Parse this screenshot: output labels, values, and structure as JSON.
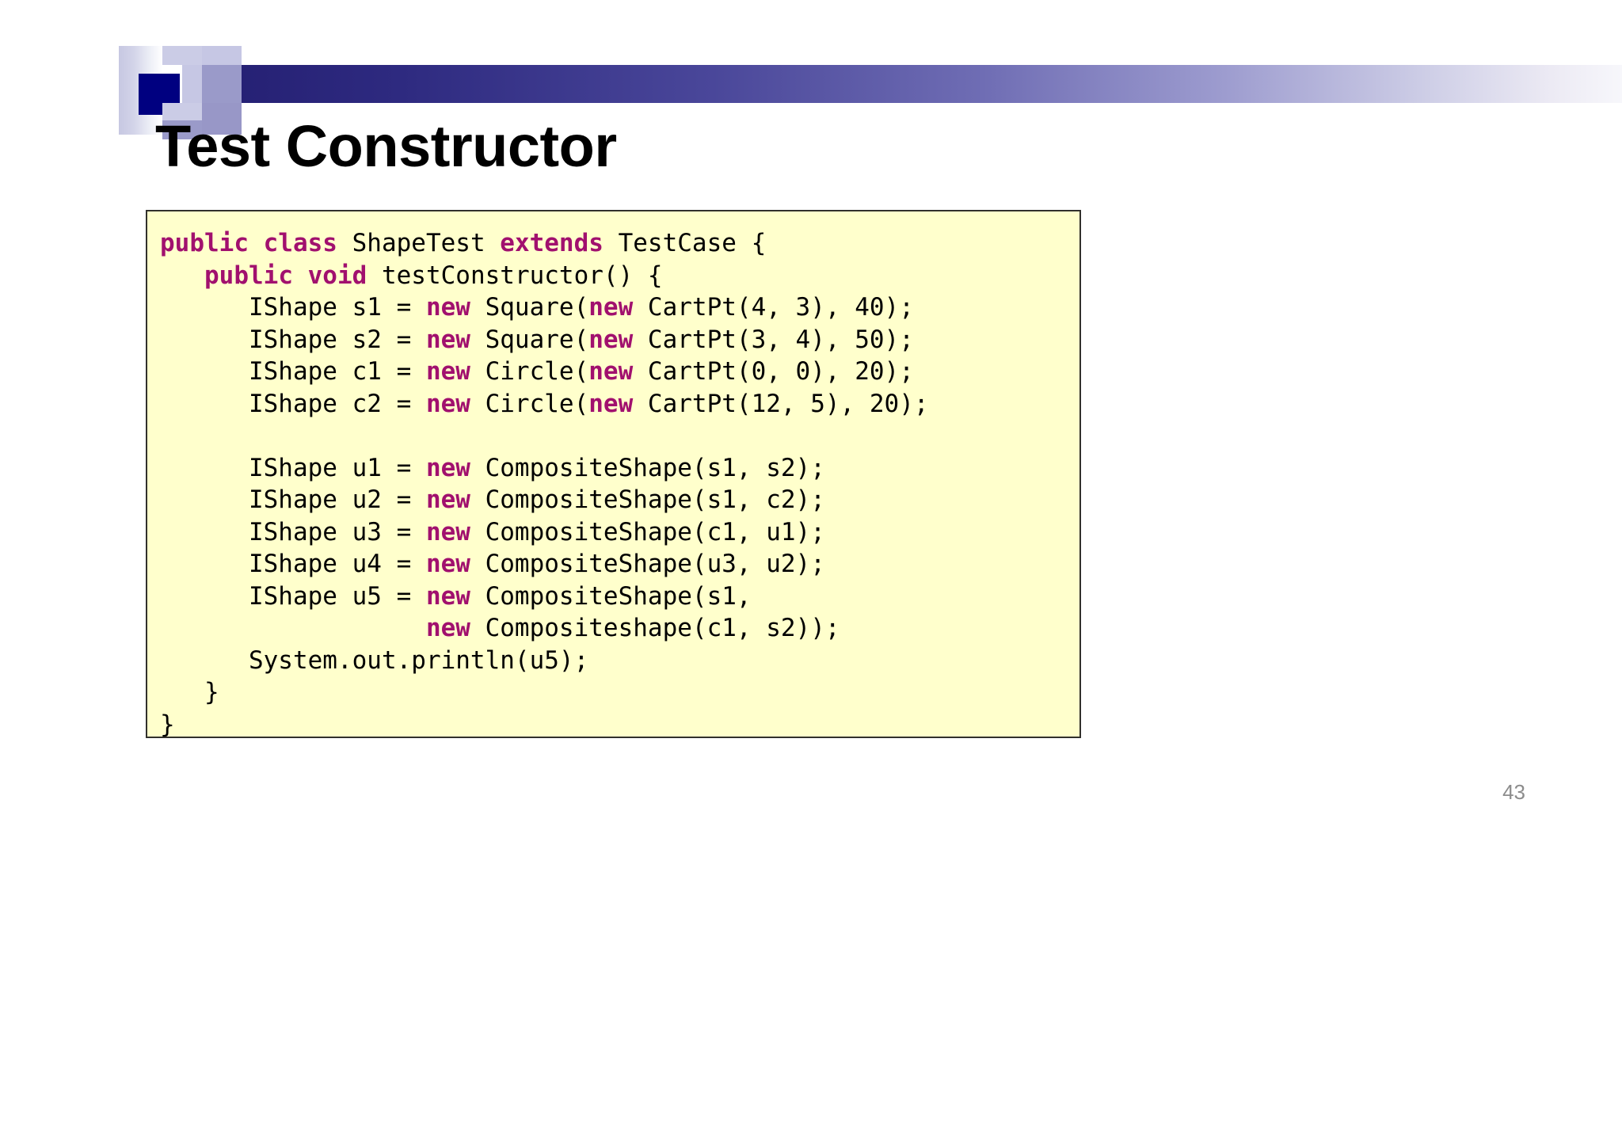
{
  "slide": {
    "title": "Test Constructor",
    "page_number": "43",
    "background_color": "#ffffff"
  },
  "decoration": {
    "icon_name": "slide-header-mosaic",
    "band_gradient_from": "#241f72",
    "band_gradient_to": "#f7f7fb",
    "navy_square_color": "#000080",
    "lavender_square_color": "#c6c7e4",
    "periwinkle_square_color": "#9a9ac9"
  },
  "code": {
    "language": "java",
    "background_color": "#ffffcc",
    "border_color": "#31302c",
    "keyword_color": "#a1106e",
    "text_color": "#000000",
    "lines": [
      [
        {
          "t": "public class ",
          "k": true
        },
        {
          "t": "ShapeTest ",
          "k": false
        },
        {
          "t": "extends ",
          "k": true
        },
        {
          "t": "TestCase {",
          "k": false
        }
      ],
      [
        {
          "t": "   ",
          "k": false
        },
        {
          "t": "public void ",
          "k": true
        },
        {
          "t": "testConstructor() {",
          "k": false
        }
      ],
      [
        {
          "t": "      IShape s1 = ",
          "k": false
        },
        {
          "t": "new ",
          "k": true
        },
        {
          "t": "Square(",
          "k": false
        },
        {
          "t": "new ",
          "k": true
        },
        {
          "t": "CartPt(4, 3), 40);",
          "k": false
        }
      ],
      [
        {
          "t": "      IShape s2 = ",
          "k": false
        },
        {
          "t": "new ",
          "k": true
        },
        {
          "t": "Square(",
          "k": false
        },
        {
          "t": "new ",
          "k": true
        },
        {
          "t": "CartPt(3, 4), 50);",
          "k": false
        }
      ],
      [
        {
          "t": "      IShape c1 = ",
          "k": false
        },
        {
          "t": "new ",
          "k": true
        },
        {
          "t": "Circle(",
          "k": false
        },
        {
          "t": "new ",
          "k": true
        },
        {
          "t": "CartPt(0, 0), 20);",
          "k": false
        }
      ],
      [
        {
          "t": "      IShape c2 = ",
          "k": false
        },
        {
          "t": "new ",
          "k": true
        },
        {
          "t": "Circle(",
          "k": false
        },
        {
          "t": "new ",
          "k": true
        },
        {
          "t": "CartPt(12, 5), 20);",
          "k": false
        }
      ],
      [],
      [
        {
          "t": "      IShape u1 = ",
          "k": false
        },
        {
          "t": "new ",
          "k": true
        },
        {
          "t": "CompositeShape(s1, s2);",
          "k": false
        }
      ],
      [
        {
          "t": "      IShape u2 = ",
          "k": false
        },
        {
          "t": "new ",
          "k": true
        },
        {
          "t": "CompositeShape(s1, c2);",
          "k": false
        }
      ],
      [
        {
          "t": "      IShape u3 = ",
          "k": false
        },
        {
          "t": "new ",
          "k": true
        },
        {
          "t": "CompositeShape(c1, u1);",
          "k": false
        }
      ],
      [
        {
          "t": "      IShape u4 = ",
          "k": false
        },
        {
          "t": "new ",
          "k": true
        },
        {
          "t": "CompositeShape(u3, u2);",
          "k": false
        }
      ],
      [
        {
          "t": "      IShape u5 = ",
          "k": false
        },
        {
          "t": "new ",
          "k": true
        },
        {
          "t": "CompositeShape(s1,",
          "k": false
        }
      ],
      [
        {
          "t": "                  ",
          "k": false
        },
        {
          "t": "new ",
          "k": true
        },
        {
          "t": "Compositeshape(c1, s2));",
          "k": false
        }
      ],
      [
        {
          "t": "      System.out.println(u5);",
          "k": false
        }
      ],
      [
        {
          "t": "   }",
          "k": false
        }
      ],
      [
        {
          "t": "}",
          "k": false
        }
      ]
    ]
  }
}
